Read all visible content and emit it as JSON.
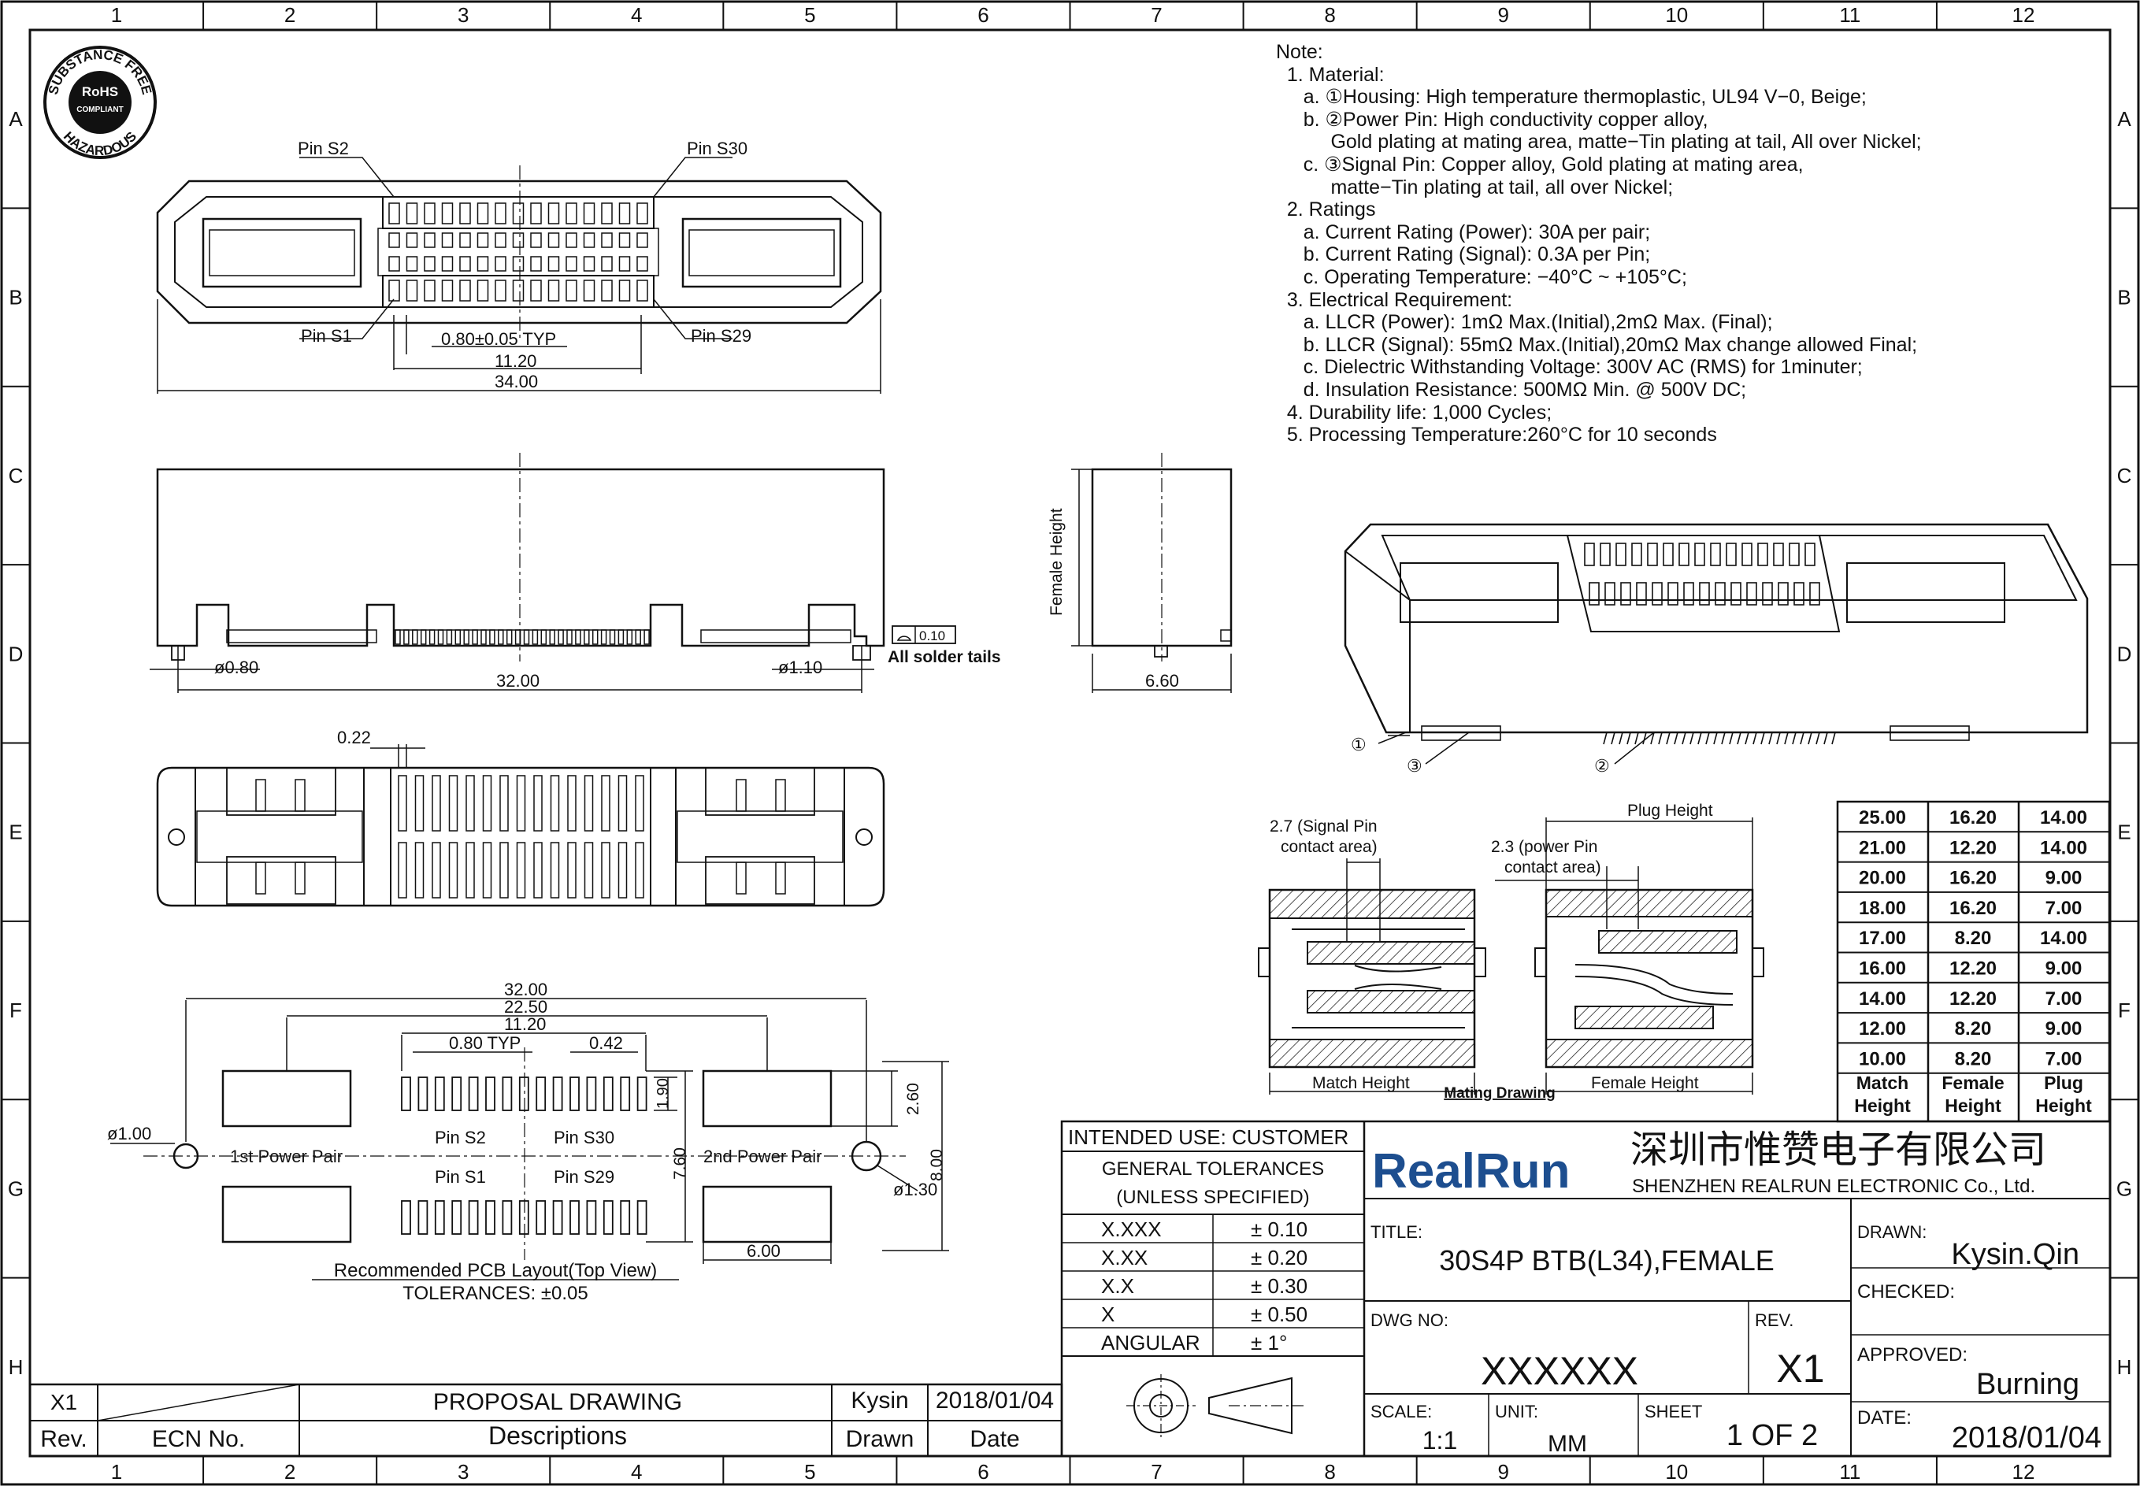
{
  "frame": {
    "columns": [
      "1",
      "2",
      "3",
      "4",
      "5",
      "6",
      "7",
      "8",
      "9",
      "10",
      "11",
      "12"
    ],
    "rows": [
      "A",
      "B",
      "C",
      "D",
      "E",
      "F",
      "G",
      "H"
    ]
  },
  "rohs_seal": {
    "top_text": "SUBSTANCE FREE",
    "bottom_text": "HAZARDOUS",
    "center_line1": "RoHS",
    "center_line2": "COMPLIANT"
  },
  "top_view": {
    "pin_labels": {
      "s2": "Pin S2",
      "s30": "Pin S30",
      "s1": "Pin S1",
      "s29": "Pin S29"
    },
    "dims": {
      "pitch": "0.80±0.05 TYP",
      "span": "11.20",
      "overall": "34.00"
    },
    "signal_pin_count": 15
  },
  "front_view": {
    "dims": {
      "peg_small": "ø0.80",
      "peg_large": "ø1.10",
      "pitch": "32.00",
      "flatness_value": "0.10",
      "flatness_note": "All solder tails"
    }
  },
  "side_view": {
    "height_label": "Female Height",
    "width": "6.60"
  },
  "bottom_view": {
    "dims": {
      "pin_width": "0.22"
    }
  },
  "pcb_layout": {
    "dims": {
      "d1": "32.00",
      "d2": "22.50",
      "d3": "11.20",
      "pitch": "0.80 TYP",
      "pad_width": "0.42",
      "pad_len": "1.90",
      "pwr_pad_h": "2.60",
      "row_span": "7.60",
      "overall_h": "8.00",
      "pwr_pad_w": "6.00",
      "hole_left": "ø1.00",
      "hole_right": "ø1.30"
    },
    "labels": {
      "s2": "Pin S2",
      "s30": "Pin S30",
      "s1": "Pin S1",
      "s29": "Pin S29",
      "power_left": "1st Power Pair",
      "power_right": "2nd Power Pair"
    },
    "caption": "Recommended PCB Layout(Top View)",
    "tolerance": "TOLERANCES: ±0.05"
  },
  "notes": [
    "Note:",
    "  1. Material:",
    "     a. ①Housing: High temperature thermoplastic, UL94 V−0, Beige;",
    "     b. ②Power Pin: High conductivity copper alloy,",
    "          Gold plating at mating area, matte−Tin plating at tail, All over Nickel;",
    "     c. ③Signal Pin: Copper alloy, Gold plating at mating area,",
    "          matte−Tin plating at tail, all over Nickel;",
    "  2. Ratings",
    "     a. Current Rating (Power): 30A per pair;",
    "     b. Current Rating (Signal): 0.3A per Pin;",
    "     c. Operating Temperature: −40°C ~ +105°C;",
    "  3. Electrical Requirement:",
    "     a. LLCR (Power): 1mΩ Max.(Initial),2mΩ Max. (Final);",
    "     b. LLCR (Signal): 55mΩ Max.(Initial),20mΩ Max change allowed Final;",
    "     c. Dielectric Withstanding Voltage: 300V AC (RMS) for 1minuter;",
    "     d. Insulation Resistance: 500MΩ Min. @ 500V DC;",
    "  4. Durability life: 1,000 Cycles;",
    "  5. Processing Temperature:260°C for 10 seconds"
  ],
  "iso_view": {
    "callouts": [
      "①",
      "③",
      "②"
    ]
  },
  "mating": {
    "signal_area": [
      "2.7 (Signal Pin",
      "contact area)"
    ],
    "power_area": [
      "2.3 (power Pin",
      "contact area)"
    ],
    "plug_height": "Plug Height",
    "match_height": "Match Height",
    "female_height": "Female Height",
    "caption": "Mating Drawing"
  },
  "height_table": {
    "rows": [
      [
        "25.00",
        "16.20",
        "14.00"
      ],
      [
        "21.00",
        "12.20",
        "14.00"
      ],
      [
        "20.00",
        "16.20",
        "9.00"
      ],
      [
        "18.00",
        "16.20",
        "7.00"
      ],
      [
        "17.00",
        "8.20",
        "14.00"
      ],
      [
        "16.00",
        "12.20",
        "9.00"
      ],
      [
        "14.00",
        "12.20",
        "7.00"
      ],
      [
        "12.00",
        "8.20",
        "9.00"
      ],
      [
        "10.00",
        "8.20",
        "7.00"
      ]
    ],
    "headers": [
      [
        "Match",
        "Height"
      ],
      [
        "Female",
        "Height"
      ],
      [
        "Plug",
        "Height"
      ]
    ]
  },
  "title_block": {
    "intended_use": "INTENDED USE: CUSTOMER",
    "gen_tol": [
      "GENERAL TOLERANCES",
      "(UNLESS SPECIFIED)"
    ],
    "tolerances": [
      [
        "X.XXX",
        "± 0.10"
      ],
      [
        "X.XX",
        "± 0.20"
      ],
      [
        "X.X",
        "± 0.30"
      ],
      [
        "X",
        "± 0.50"
      ],
      [
        "ANGULAR",
        "± 1°"
      ]
    ],
    "logo": "RealRun",
    "company_cn": "深圳市惟赞电子有限公司",
    "company_en": "SHENZHEN REALRUN ELECTRONIC Co., Ltd.",
    "title_label": "TITLE:",
    "title_value": "30S4P BTB(L34),FEMALE",
    "drawn_label": "DRAWN:",
    "drawn_value": "Kysin.Qin",
    "checked_label": "CHECKED:",
    "approved_label": "APPROVED:",
    "approved_value": "Burning",
    "dwg_label": "DWG NO:",
    "dwg_value": "XXXXXX",
    "rev_label": "REV.",
    "rev_value": "X1",
    "scale_label": "SCALE:",
    "scale_value": "1:1",
    "unit_label": "UNIT:",
    "unit_value": "MM",
    "sheet_label": "SHEET",
    "sheet_value": "1  OF  2",
    "date_label": "DATE:",
    "date_value": "2018/01/04"
  },
  "revision_block": {
    "rev": "X1",
    "description": "PROPOSAL DRAWING",
    "by": "Kysin",
    "date": "2018/01/04",
    "hdr_rev": "Rev.",
    "hdr_ecn": "ECN No.",
    "hdr_desc": "Descriptions",
    "hdr_drawn": "Drawn",
    "hdr_date": "Date"
  }
}
